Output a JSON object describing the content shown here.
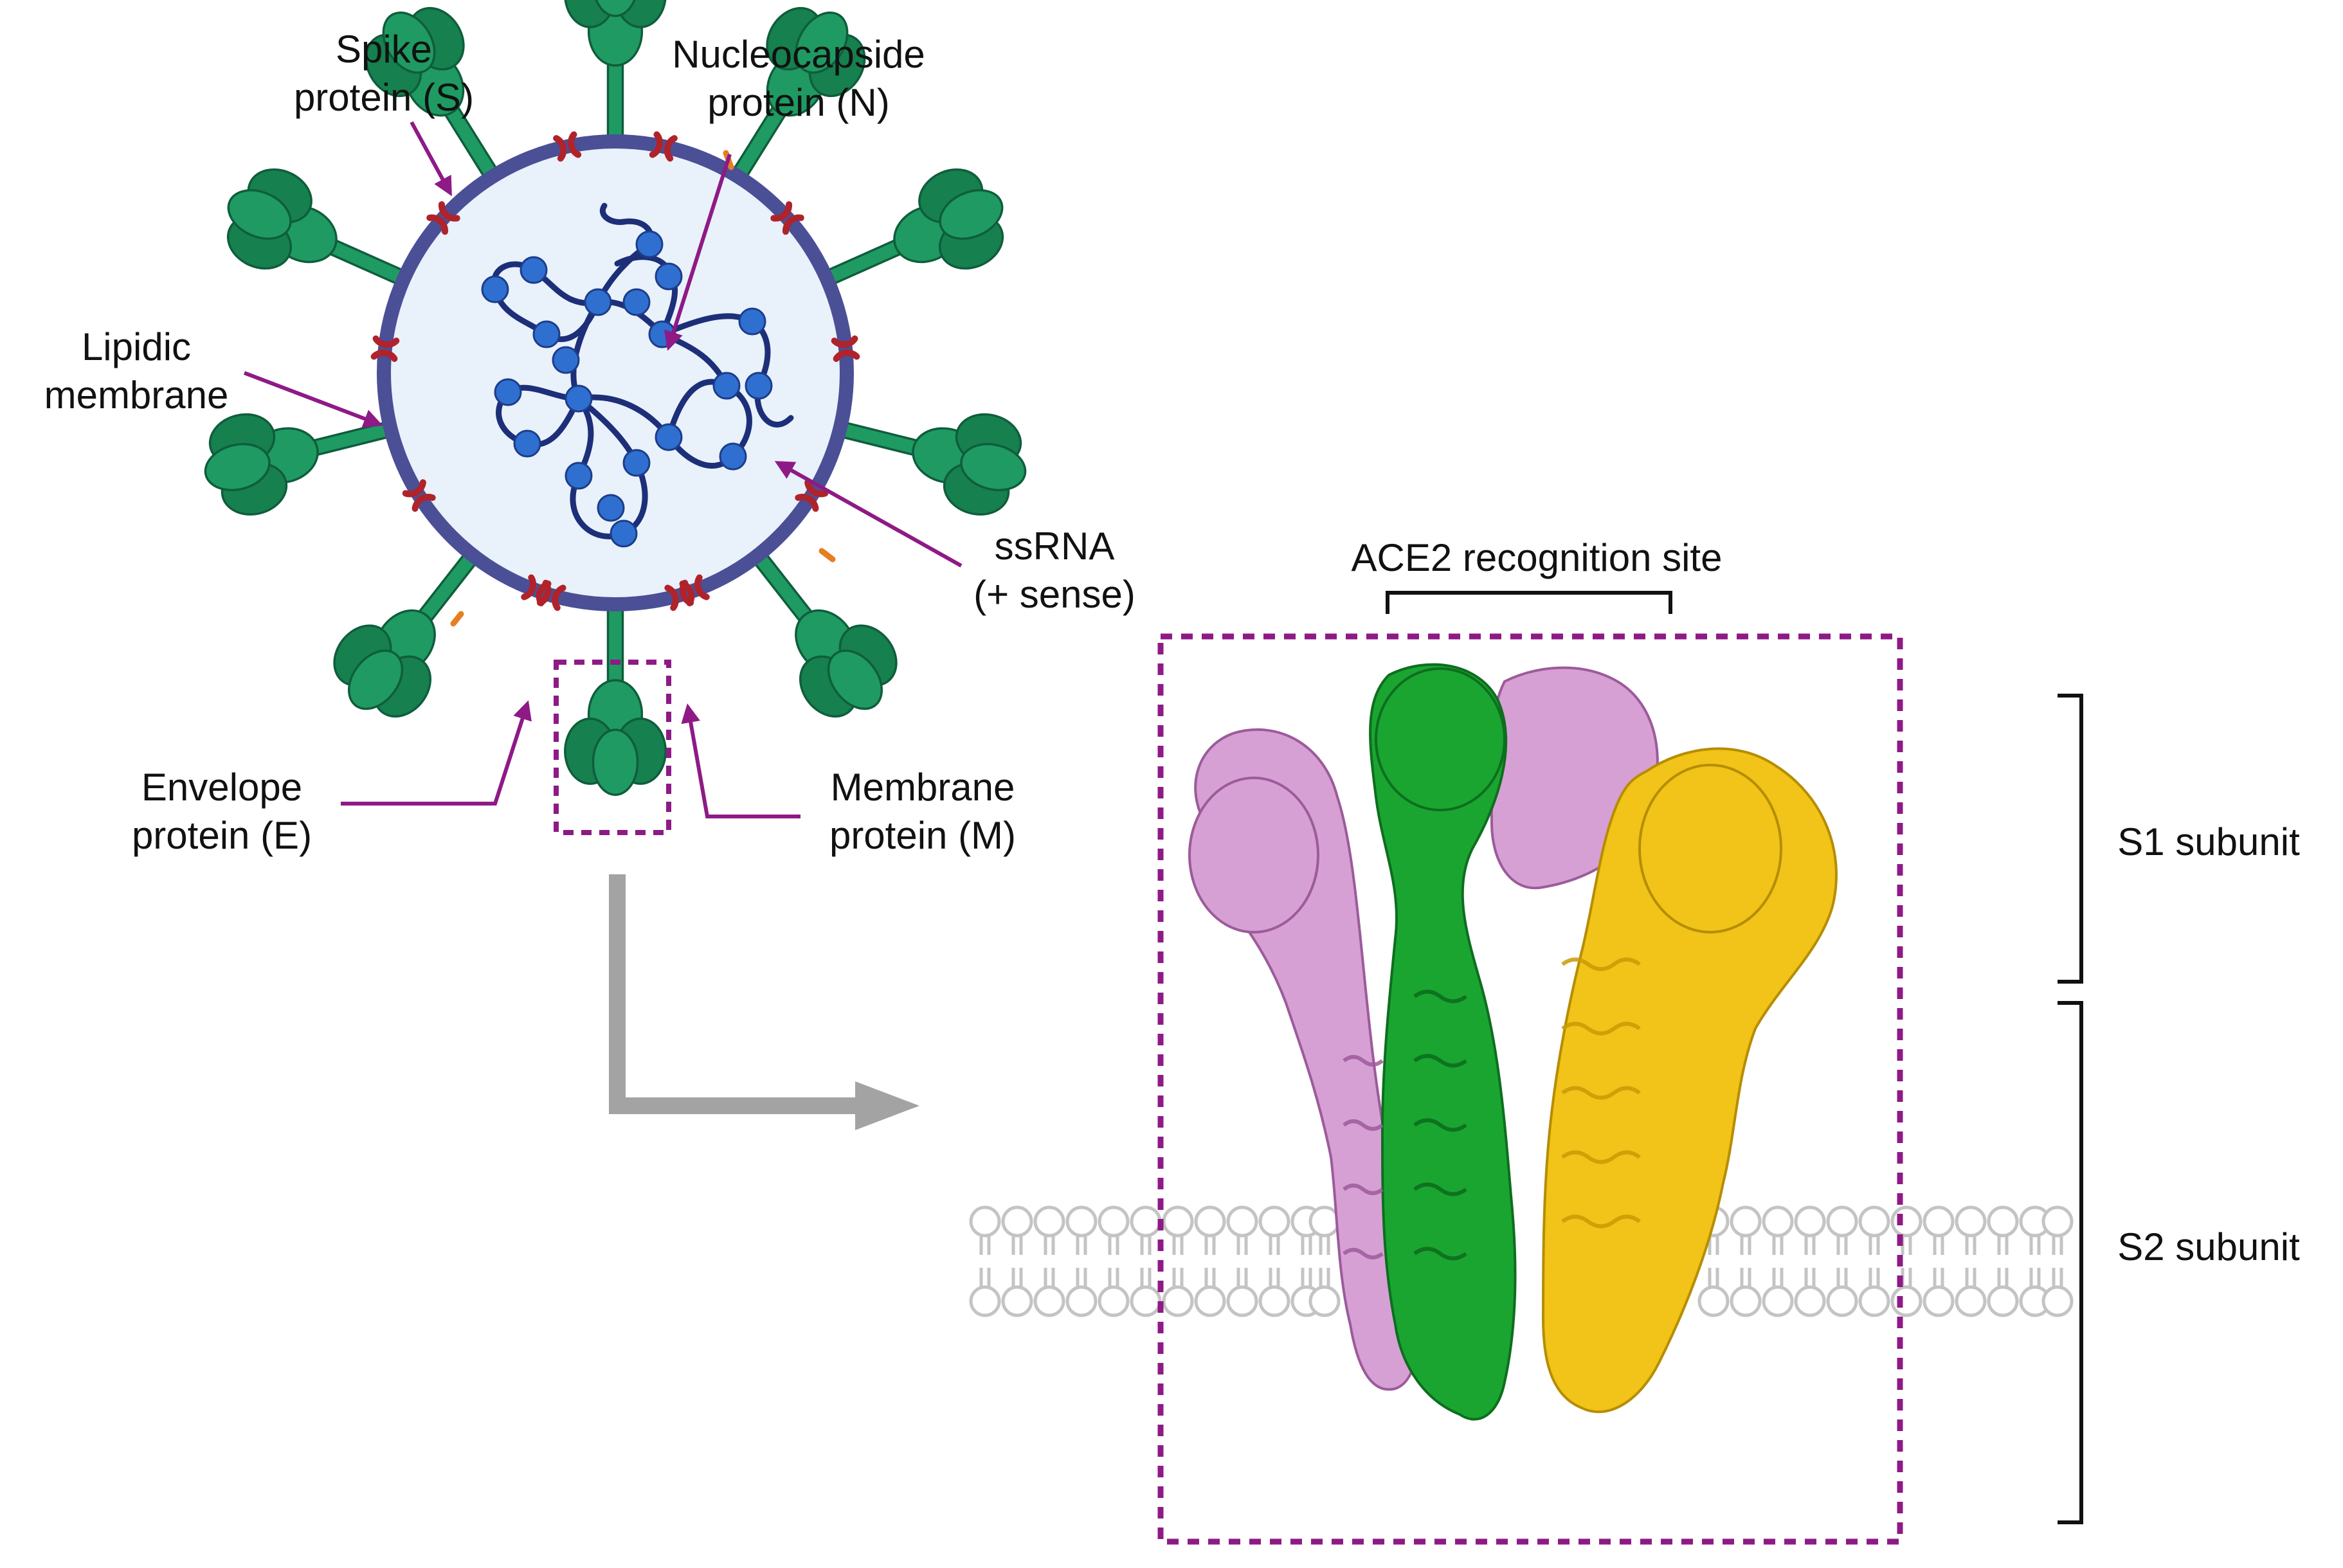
{
  "labels": {
    "spike": [
      "Spike",
      "protein (S)"
    ],
    "nucleocapside": [
      "Nucleocapside",
      "protein (N)"
    ],
    "lipidic": [
      "Lipidic",
      "membrane"
    ],
    "ssrna": [
      "ssRNA",
      "(+ sense)"
    ],
    "envelope": [
      "Envelope",
      "protein (E)"
    ],
    "membrane_protein": [
      "Membrane",
      "protein (M)"
    ],
    "ace2": "ACE2 recognition site",
    "s1": "S1 subunit",
    "s2": "S2 subunit"
  },
  "colors": {
    "annotation_arrow": "#8e1a86",
    "dashed_box": "#8e1a86",
    "virion_membrane": "#4a4f96",
    "virion_interior": "#e9f1fb",
    "spike_green": "#1f9a63",
    "spike_green_dark": "#136b45",
    "membrane_protein_red": "#b0232a",
    "envelope_orange": "#e67e22",
    "rna_strand": "#1d2f78",
    "nucleocapsid_blue": "#2f6fd0",
    "lipid_bilayer_gray": "#c9c9c9",
    "chain_green": "#1aa531",
    "chain_pink": "#d7a0d4",
    "chain_yellow": "#f2c318",
    "flow_arrow_gray": "#a3a3a3"
  }
}
